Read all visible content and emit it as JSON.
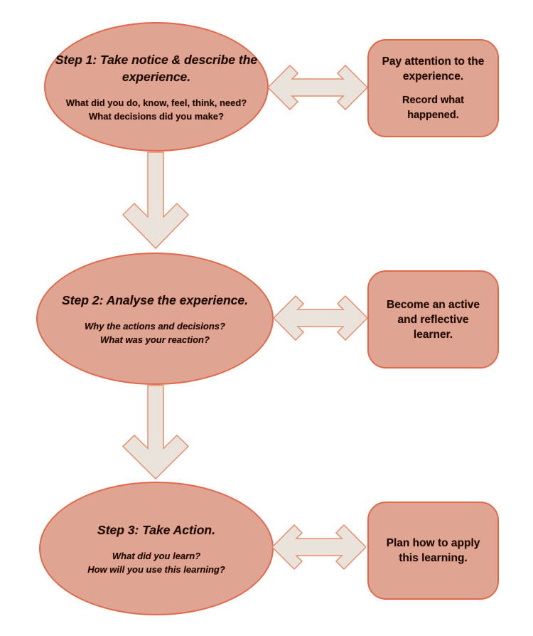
{
  "colors": {
    "shape_fill": "#dfa492",
    "shape_border": "#e0694b",
    "arrow_fill": "#eae3dc",
    "arrow_border": "#e78d6d",
    "text_color": "#1a0b05",
    "canvas_bg": "#ffffff"
  },
  "steps": [
    {
      "title": "Step 1: Take notice & describe the experience.",
      "questions": [
        "What did you do, know, feel, think, need?",
        "What decisions did you make?"
      ],
      "note_paragraphs": [
        "Pay attention to the experience.",
        "Record what happened."
      ]
    },
    {
      "title": "Step 2: Analyse the experience.",
      "questions": [
        "Why the actions and decisions?",
        "What was your reaction?"
      ],
      "note_paragraphs": [
        "Become an active and reflective learner."
      ]
    },
    {
      "title": "Step 3: Take Action.",
      "questions": [
        "What did you learn?",
        "How will you use this learning?"
      ],
      "note_paragraphs": [
        "Plan how to apply this learning."
      ]
    }
  ]
}
